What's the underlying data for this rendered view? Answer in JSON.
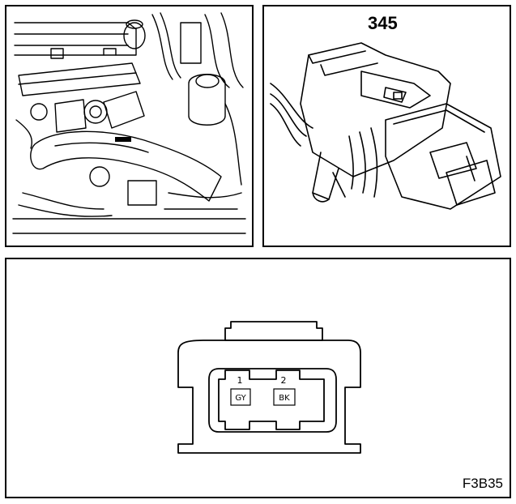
{
  "connector": {
    "number": "345",
    "pins": [
      {
        "number": "1",
        "color": "GY"
      },
      {
        "number": "2",
        "color": "BK"
      }
    ]
  },
  "figure": {
    "code": "F3B35"
  },
  "icons": [
    "engine-bay-illustration",
    "connector-illustration",
    "connector-face-pinout"
  ],
  "colors": {
    "line": "#000000",
    "background": "#ffffff"
  }
}
